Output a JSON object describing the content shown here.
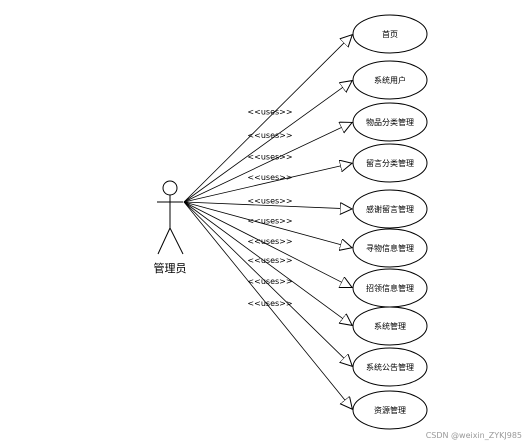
{
  "actor": {
    "name": "管理员",
    "icon": "stick-figure-icon"
  },
  "relation_label": "<<uses>>",
  "use_cases": [
    {
      "label": "首页"
    },
    {
      "label": "系统用户"
    },
    {
      "label": "物品分类管理"
    },
    {
      "label": "留言分类管理"
    },
    {
      "label": "感谢留言管理"
    },
    {
      "label": "寻物信息管理"
    },
    {
      "label": "招领信息管理"
    },
    {
      "label": "系统管理"
    },
    {
      "label": "系统公告管理"
    },
    {
      "label": "资源管理"
    }
  ],
  "watermark": "CSDN @weixin_ZYKJ985"
}
